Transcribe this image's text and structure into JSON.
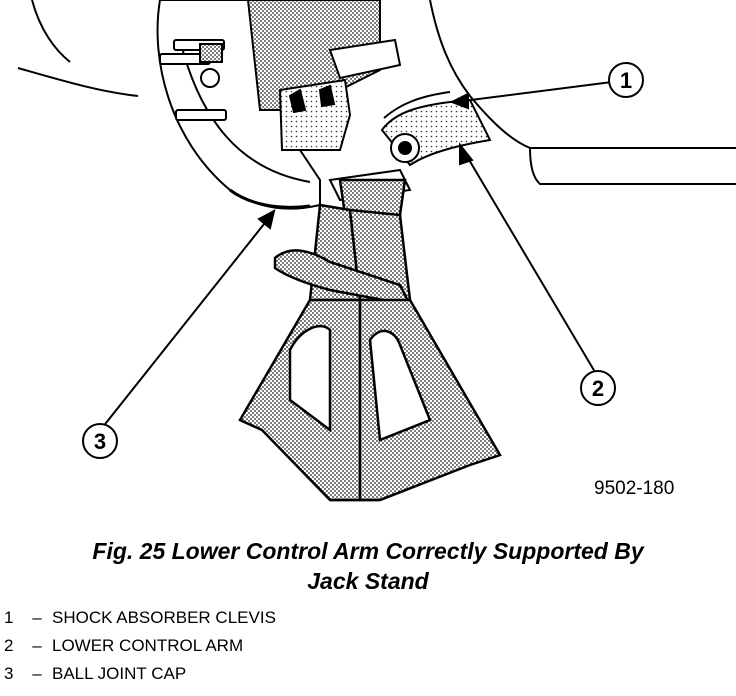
{
  "figure": {
    "id": "9502-180",
    "callouts": [
      {
        "number": "1"
      },
      {
        "number": "2"
      },
      {
        "number": "3"
      }
    ]
  },
  "caption": {
    "line1": "Fig. 25 Lower Control Arm Correctly Supported By",
    "line2": "Jack Stand"
  },
  "legend": [
    {
      "number": "1",
      "separator": "–",
      "label": "SHOCK ABSORBER CLEVIS"
    },
    {
      "number": "2",
      "separator": "–",
      "label": "LOWER CONTROL ARM"
    },
    {
      "number": "3",
      "separator": "–",
      "label": "BALL JOINT CAP"
    }
  ]
}
